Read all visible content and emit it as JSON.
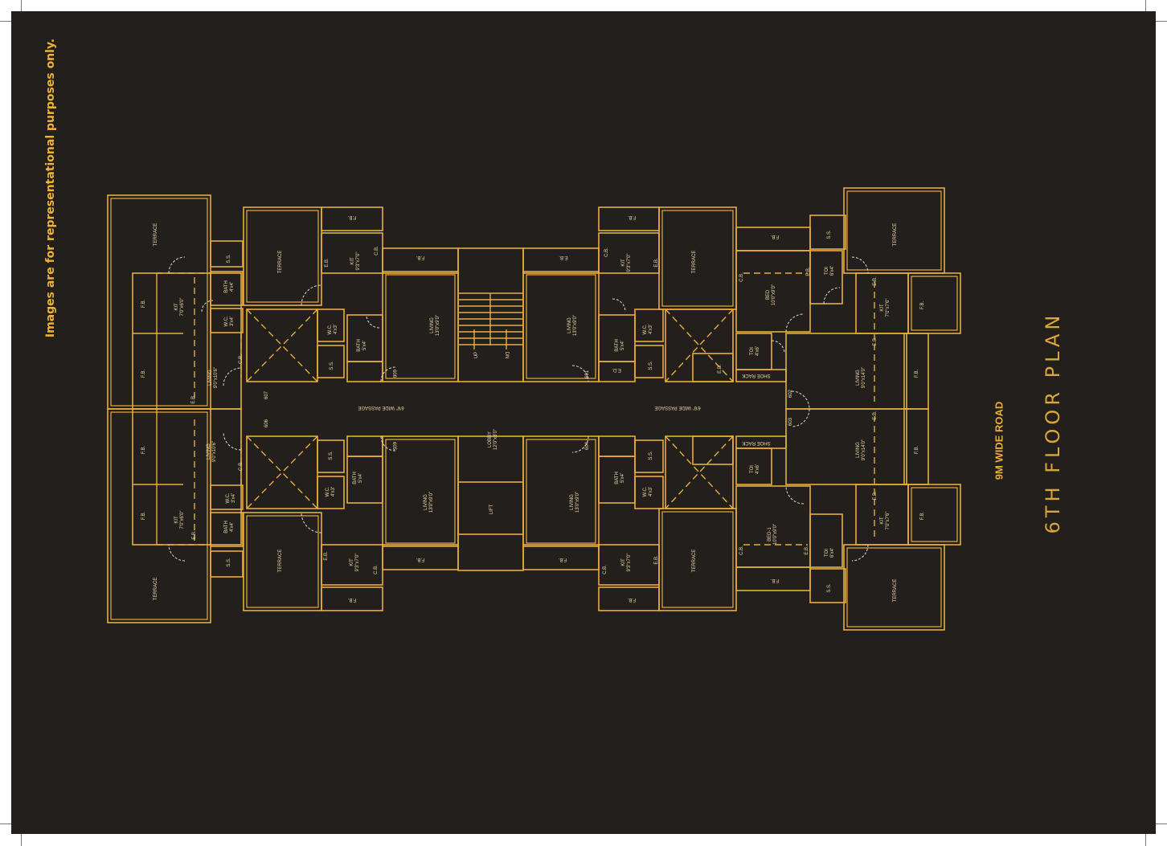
{
  "page": {
    "disclaimer": "Images are for representational purposes only.",
    "road_label": "9M WIDE ROAD",
    "title": "6TH FLOOR PLAN"
  },
  "colors": {
    "background": "#221f1c",
    "wall": "#e8ad3c",
    "label": "#efd9a6",
    "accent": "#f0b232"
  },
  "plan": {
    "labels": [
      {
        "name": "TERRACE"
      },
      {
        "name": "S.S."
      },
      {
        "name": "KIT",
        "dim": "7'0\"x6'0\""
      },
      {
        "name": "F.B."
      },
      {
        "name": "F.B."
      },
      {
        "name": "BATH",
        "dim": "4'x4'"
      },
      {
        "name": "W.C.",
        "dim": "3'x4'"
      },
      {
        "name": "C.B."
      },
      {
        "name": "LIVING",
        "dim": "9'0\"x10'6\""
      },
      {
        "name": "E.B."
      },
      {
        "name": "607"
      },
      {
        "name": "TERRACE"
      },
      {
        "name": "F.B."
      },
      {
        "name": "KIT",
        "dim": "9'3\"x7'0\""
      },
      {
        "name": "E.B."
      },
      {
        "name": "C.B."
      },
      {
        "name": "F.B."
      },
      {
        "name": "W.C.",
        "dim": "4'x3'"
      },
      {
        "name": "BATH",
        "dim": "5'x4'"
      },
      {
        "name": "S.S."
      },
      {
        "name": "LIVING",
        "dim": "13'0\"x9'0\""
      },
      {
        "name": "608"
      },
      {
        "name": "6'6\" WIDE PASSAGE"
      },
      {
        "name": "606"
      },
      {
        "name": "LIVING",
        "dim": "9'0\"x10'6\""
      },
      {
        "name": "C.B."
      },
      {
        "name": "F.B."
      },
      {
        "name": "F.B."
      },
      {
        "name": "KIT",
        "dim": "7'0\"x6'0\""
      },
      {
        "name": "E.B."
      },
      {
        "name": "W.C.",
        "dim": "3'x4'"
      },
      {
        "name": "BATH",
        "dim": "4'x4'"
      },
      {
        "name": "S.S."
      },
      {
        "name": "TERRACE"
      },
      {
        "name": "S.S."
      },
      {
        "name": "BATH",
        "dim": "5'x4'"
      },
      {
        "name": "W.C.",
        "dim": "4'x3'"
      },
      {
        "name": "605"
      },
      {
        "name": "LIVING",
        "dim": "13'0\"x9'0\""
      },
      {
        "name": "TERRACE"
      },
      {
        "name": "E.B."
      },
      {
        "name": "KIT",
        "dim": "9'3\"x7'0\""
      },
      {
        "name": "C.B."
      },
      {
        "name": "F.B."
      },
      {
        "name": "F.B."
      },
      {
        "name": "UP"
      },
      {
        "name": "DN"
      },
      {
        "name": "LOBBY",
        "dim": "12'0\"x8'0\""
      },
      {
        "name": "LIFT"
      },
      {
        "name": "F.B."
      },
      {
        "name": "C.B."
      },
      {
        "name": "KIT",
        "dim": "9'3\"x7'0\""
      },
      {
        "name": "E.B."
      },
      {
        "name": "TERRACE"
      },
      {
        "name": "E.B."
      },
      {
        "name": "LIVING",
        "dim": "13'0\"x9'0\""
      },
      {
        "name": "BATH",
        "dim": "5'x4'"
      },
      {
        "name": "W.C.",
        "dim": "4'x3'"
      },
      {
        "name": "S.S."
      },
      {
        "name": "E.D."
      },
      {
        "name": "601"
      },
      {
        "name": "E.D."
      },
      {
        "name": "6'6\" WIDE PASSAGE"
      },
      {
        "name": "F.B."
      },
      {
        "name": "C.B."
      },
      {
        "name": "BED",
        "dim": "10'0\"x9'0\""
      },
      {
        "name": "E.B."
      },
      {
        "name": "TOI",
        "dim": "6'x4'"
      },
      {
        "name": "S.S."
      },
      {
        "name": "TERRACE"
      },
      {
        "name": "E.B."
      },
      {
        "name": "KIT",
        "dim": "7'0\"x7'6\""
      },
      {
        "name": "F.B."
      },
      {
        "name": "TOI",
        "dim": "4'x6'"
      },
      {
        "name": "SHOE RACK"
      },
      {
        "name": "E.B."
      },
      {
        "name": "LIVING",
        "dim": "9'0\"x14'0\""
      },
      {
        "name": "F.B."
      },
      {
        "name": "602"
      },
      {
        "name": "603"
      },
      {
        "name": "E.B."
      },
      {
        "name": "LIVING",
        "dim": "9'0\"x14'0\""
      },
      {
        "name": "F.B."
      },
      {
        "name": "SHOE RACK"
      },
      {
        "name": "TOI",
        "dim": "4'x6'"
      },
      {
        "name": "E.B."
      },
      {
        "name": "KIT",
        "dim": "7'0\"x7'6\""
      },
      {
        "name": "F.B."
      },
      {
        "name": "C.B."
      },
      {
        "name": "BED-1",
        "dim": "10'0\"x9'0\""
      },
      {
        "name": "E.B."
      },
      {
        "name": "TOI",
        "dim": "6'x4'"
      },
      {
        "name": "F.B."
      },
      {
        "name": "S.S."
      },
      {
        "name": "TERRACE"
      },
      {
        "name": "604"
      },
      {
        "name": "BATH",
        "dim": "5'x4'"
      },
      {
        "name": "S.S."
      },
      {
        "name": "W.C.",
        "dim": "4'x3'"
      },
      {
        "name": "LIVING",
        "dim": "13'0\"x9'0\""
      },
      {
        "name": "C.B."
      },
      {
        "name": "KIT",
        "dim": "9'3\"x7'0\""
      },
      {
        "name": "E.B."
      },
      {
        "name": "TERRACE"
      },
      {
        "name": "F.B."
      },
      {
        "name": "F.B."
      }
    ]
  }
}
